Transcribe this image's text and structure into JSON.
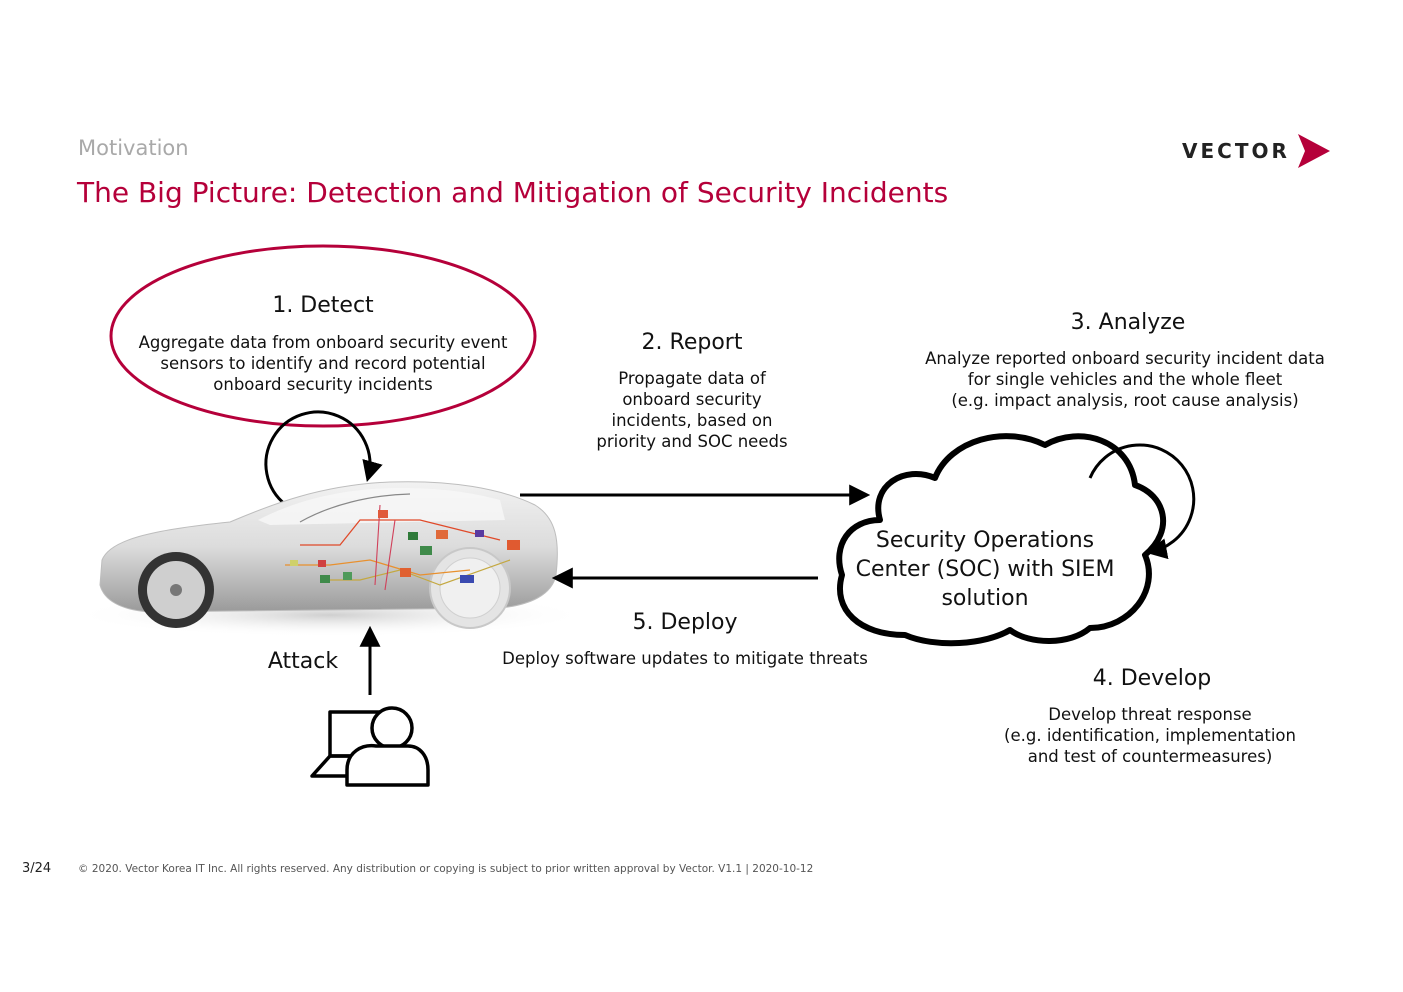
{
  "header": {
    "section": "Motivation",
    "title": "The Big Picture: Detection and Mitigation of Security Incidents"
  },
  "logo": {
    "text": "VECTOR",
    "accent_color": "#b5003a"
  },
  "steps": {
    "detect": {
      "heading": "1. Detect",
      "lines": [
        "Aggregate data from onboard security event",
        "sensors to identify and record potential",
        "onboard security incidents"
      ]
    },
    "report": {
      "heading": "2. Report",
      "lines": [
        "Propagate data of",
        "onboard security",
        "incidents, based on",
        "priority and SOC needs"
      ]
    },
    "analyze": {
      "heading": "3. Analyze",
      "lines": [
        "Analyze reported onboard security incident data",
        "for single vehicles and the whole fleet",
        "(e.g. impact analysis, root cause analysis)"
      ]
    },
    "develop": {
      "heading": "4. Develop",
      "lines": [
        "Develop threat response",
        "(e.g. identification, implementation",
        "and test of countermeasures)"
      ]
    },
    "deploy": {
      "heading": "5. Deploy",
      "lines": [
        "Deploy software updates to mitigate threats"
      ]
    }
  },
  "soc": {
    "lines": [
      "Security Operations",
      "Center (SOC) with SIEM",
      "solution"
    ]
  },
  "attack": {
    "label": "Attack"
  },
  "footer": {
    "page": "3/24",
    "copyright": "© 2020. Vector Korea IT Inc. All rights reserved. Any distribution or copying is subject to prior written approval by Vector. V1.1 | 2020-10-12"
  },
  "colors": {
    "accent": "#b5003a",
    "muted": "#a9a9a9"
  },
  "icons": [
    "vector-logo-chevron-icon",
    "car-illustration",
    "attacker-laptop-icon",
    "cloud-shape"
  ]
}
